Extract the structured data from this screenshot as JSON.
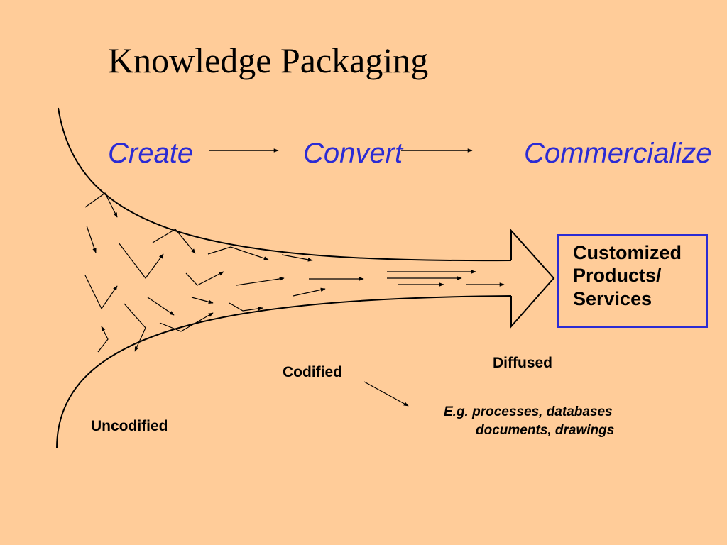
{
  "title": "Knowledge Packaging",
  "stages": {
    "create": "Create",
    "convert": "Convert",
    "commercialize": "Commercialize"
  },
  "output_box": {
    "line1": "Customized",
    "line2": "Products/",
    "line3": "Services"
  },
  "labels": {
    "uncodified": "Uncodified",
    "codified": "Codified",
    "diffused": "Diffused"
  },
  "example": {
    "line1": "E.g. processes, databases",
    "line2": "documents, drawings"
  },
  "colors": {
    "background": "#FFCC99",
    "accent": "#2B2BD4",
    "line": "#000000"
  }
}
